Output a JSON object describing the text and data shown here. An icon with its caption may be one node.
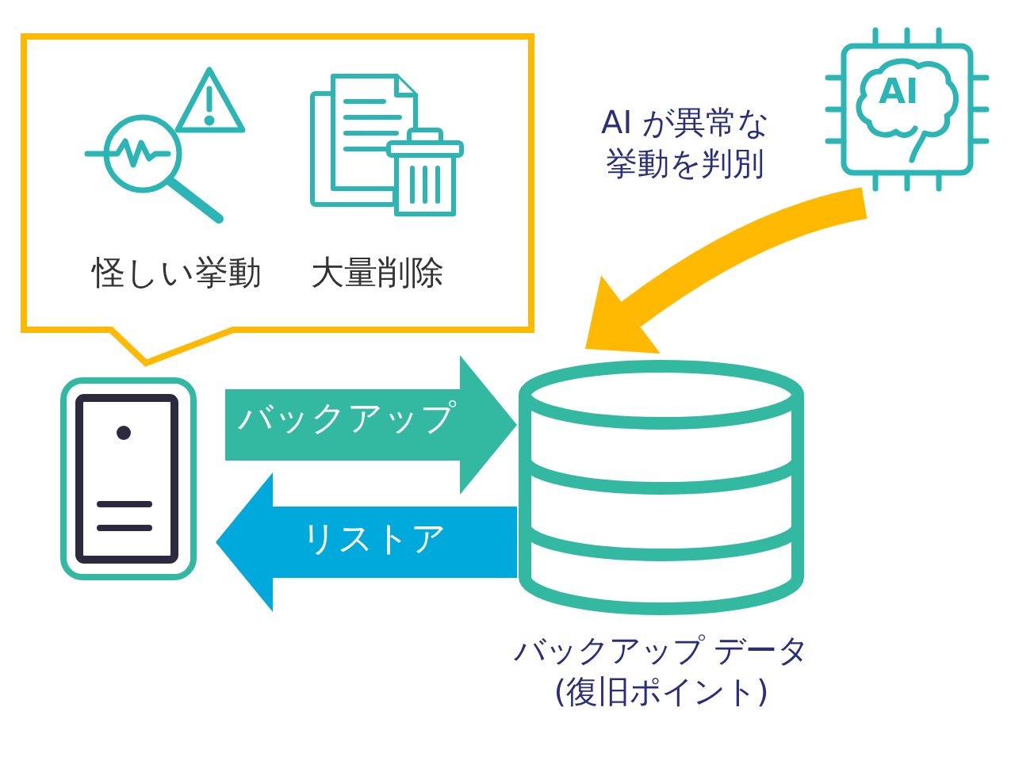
{
  "diagram": {
    "nodes": [
      {
        "text": [
          "怪しい挙動",
          "大量削除"
        ]
      },
      {
        "text": [],
        "shape": "box"
      },
      {
        "text": [],
        "shape": "cylinder",
        "beside": [
          "バックアップ データ(復旧ポイント)"
        ]
      },
      {
        "text": [
          "AI"
        ],
        "beside": [
          "AI が異常な挙動を判別"
        ]
      }
    ],
    "edges": [
      {
        "from": 1,
        "to": 2,
        "arrow": "to",
        "label": "バックアップ",
        "color": "#33b8a2"
      },
      {
        "from": 2,
        "to": 1,
        "arrow": "to",
        "label": "リストア",
        "color": "#00a9dc"
      },
      {
        "from": 3,
        "to": 2,
        "arrow": "to",
        "color": "#ffb900"
      }
    ]
  }
}
